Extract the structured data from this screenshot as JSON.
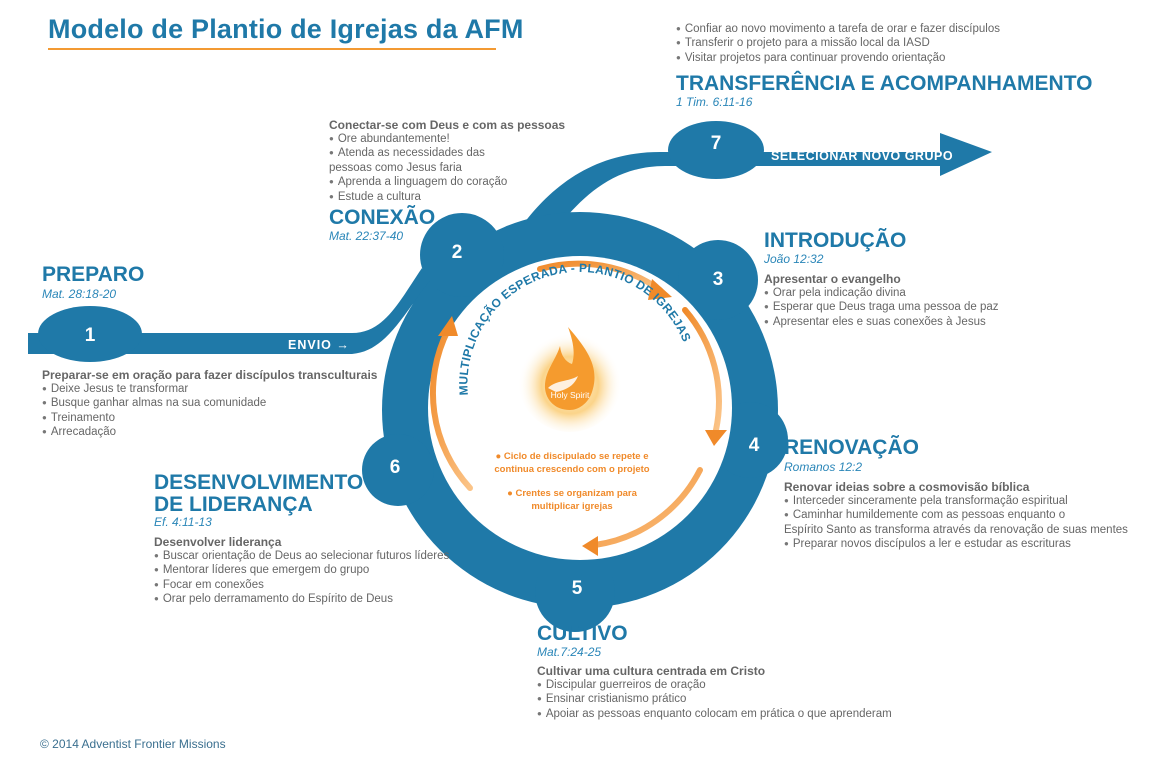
{
  "title": "Modelo de Plantio de Igrejas da AFM",
  "copyright": "© 2014 Adventist Frontier Missions",
  "colors": {
    "blue": "#1f79a8",
    "orange": "#f39a33",
    "text": "#666666"
  },
  "center": {
    "arc_text": "MULTIPLICAÇÃO ESPERADA - PLANTIO DE IGREJAS",
    "icon_label": "Holy Spirit",
    "line1a": "● Ciclo de discipulado se repete e",
    "line1b": "continua crescendo com o projeto",
    "line2a": "● Crentes se organizam para",
    "line2b": "multiplicar igrejas"
  },
  "path_labels": {
    "envio": "ENVIO →",
    "select": "SELECIONAR NOVO GRUPO"
  },
  "numbers": [
    "1",
    "2",
    "3",
    "4",
    "5",
    "6",
    "7"
  ],
  "stages": {
    "preparo": {
      "title": "PREPARO",
      "ref": "Mat. 28:18-20",
      "subtitle": "Preparar-se em oração para fazer discípulos transculturais",
      "items": [
        "Deixe Jesus te transformar",
        "Busque ganhar almas na sua comunidade",
        "Treinamento",
        "Arrecadação"
      ]
    },
    "conexao": {
      "title": "CONEXÃO",
      "ref": "Mat. 22:37-40",
      "subtitle": "Conectar-se com Deus e com as pessoas",
      "items": [
        "Ore abundantemente!",
        "Atenda as necessidades das",
        "pessoas como Jesus faria",
        "Aprenda a linguagem do coração",
        "Estude a cultura"
      ]
    },
    "introducao": {
      "title": "INTRODUÇÃO",
      "ref": "João 12:32",
      "subtitle": "Apresentar o evangelho",
      "items": [
        "Orar pela indicação divina",
        "Esperar que Deus traga uma pessoa de paz",
        "Apresentar eles e suas conexões à Jesus"
      ]
    },
    "renovacao": {
      "title": "RENOVAÇÃO",
      "ref": "Romanos 12:2",
      "subtitle": "Renovar ideias sobre a cosmovisão bíblica",
      "items": [
        "Interceder sinceramente pela transformação espiritual",
        "Caminhar humildemente com as pessoas enquanto o",
        "Espírito Santo as transforma através da renovação de suas mentes",
        "Preparar novos discípulos a ler e estudar as escrituras"
      ]
    },
    "cultivo": {
      "title": "CULTIVO",
      "ref": "Mat.7:24-25",
      "subtitle": "Cultivar uma cultura centrada em Cristo",
      "items": [
        "Discipular guerreiros de oração",
        "Ensinar cristianismo prático",
        "Apoiar as pessoas enquanto colocam em prática o que aprenderam"
      ]
    },
    "lideranca": {
      "title1": "DESENVOLVIMENTO",
      "title2": "DE LIDERANÇA",
      "ref": "Ef. 4:11-13",
      "subtitle": "Desenvolver liderança",
      "items": [
        "Buscar orientação de Deus ao selecionar futuros líderes",
        "Mentorar líderes que emergem do grupo",
        "Focar em conexões",
        "Orar pelo derramamento do Espírito de Deus"
      ]
    },
    "transferencia": {
      "title": "TRANSFERÊNCIA E ACOMPANHAMENTO",
      "ref": "1 Tim. 6:11-16",
      "items": [
        "Confiar ao novo movimento a tarefa de orar e fazer discípulos",
        "Transferir o projeto para a missão local da IASD",
        "Visitar projetos para continuar provendo orientação"
      ]
    }
  }
}
